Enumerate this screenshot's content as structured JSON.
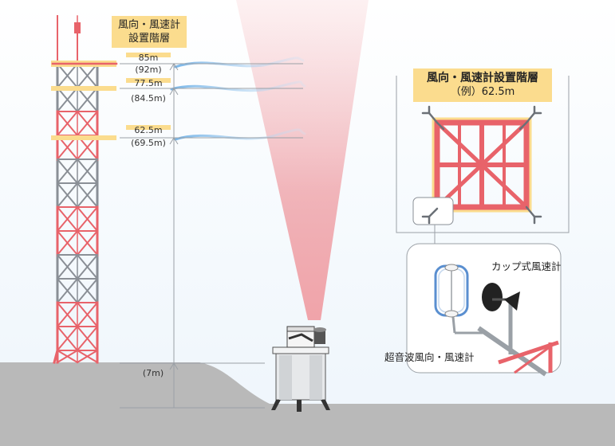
{
  "tower_label": {
    "line1": "風向・風速計",
    "line2": "設置階層"
  },
  "heights": [
    {
      "main": "85m",
      "sub": "(92m)"
    },
    {
      "main": "77.5m",
      "sub": "(84.5m)"
    },
    {
      "main": "62.5m",
      "sub": "(69.5m)"
    }
  ],
  "lidar_height": "(7m)",
  "detail": {
    "title": "風向・風速計設置階層",
    "subtitle": "（例）62.5m"
  },
  "instruments": {
    "cup": "カップ式風速計",
    "ultrasonic": "超音波風向・風速計"
  },
  "colors": {
    "tower_red": "#e8636a",
    "tower_gray": "#8a8f96",
    "highlight": "#fbdc8e",
    "ground": "#b9b9b9",
    "beam": "#e8636a",
    "wind": "#8fbfe8"
  }
}
